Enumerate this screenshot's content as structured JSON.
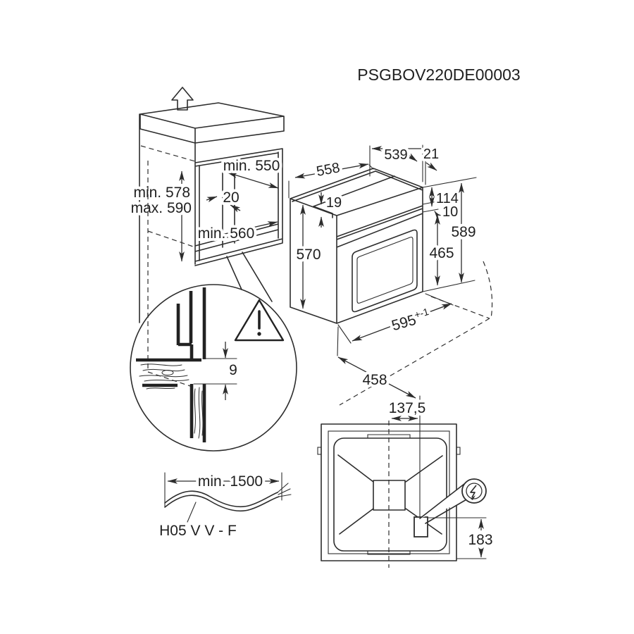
{
  "title": "PSGBOV220DE00003",
  "cabinet": {
    "niche_depth": "min. 550",
    "rear_gap": "20",
    "niche_width": "min. 560",
    "niche_height_min": "min. 578",
    "niche_height_max": "max. 590"
  },
  "oven": {
    "depth": "558",
    "body_width": "539",
    "side_clearance": "21",
    "top_recess": "19",
    "body_height": "570",
    "control_panel_height": "114",
    "panel_door_gap": "10",
    "total_height": "589",
    "door_height": "465",
    "front_width": "595",
    "front_width_tolerance": "+-1",
    "depth_without_door": "458"
  },
  "detail": {
    "front_gap": "9"
  },
  "cable": {
    "min_length": "min. 1500",
    "type": "H05 V V - F"
  },
  "rear_view": {
    "mains_offset": "137,5",
    "mains_bottom_distance": "183"
  },
  "colors": {
    "ink": "#2d2d2d",
    "background": "#ffffff"
  }
}
